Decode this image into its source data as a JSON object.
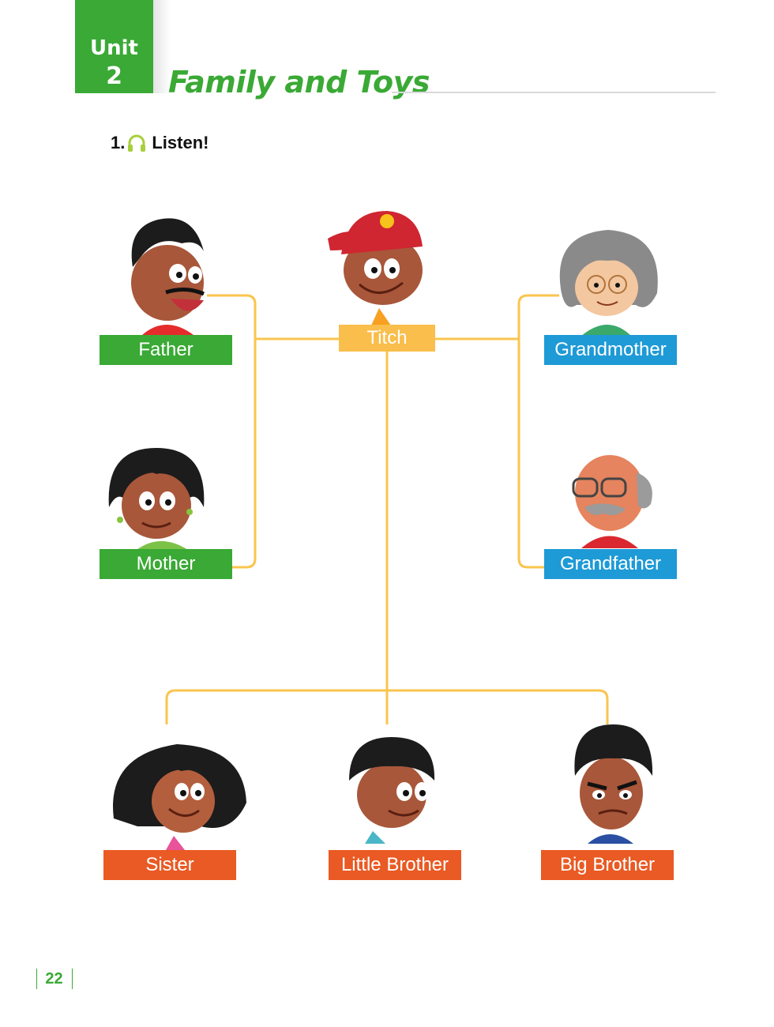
{
  "header": {
    "unit_word": "Unit",
    "unit_number": "2",
    "title": "Family and Toys"
  },
  "activity": {
    "number": "1.",
    "instruction": "Listen!",
    "icon": "headphones-icon"
  },
  "family": {
    "father": "Father",
    "mother": "Mother",
    "titch": "Titch",
    "grandmother": "Grandmother",
    "grandfather": "Grandfather",
    "sister": "Sister",
    "little_brother": "Little Brother",
    "big_brother": "Big Brother"
  },
  "colors": {
    "green": "#3aa935",
    "blue": "#1e9ad6",
    "orange": "#e95a24",
    "yellow": "#f9be4b",
    "connector": "#f9c54e"
  },
  "page_number": "22"
}
